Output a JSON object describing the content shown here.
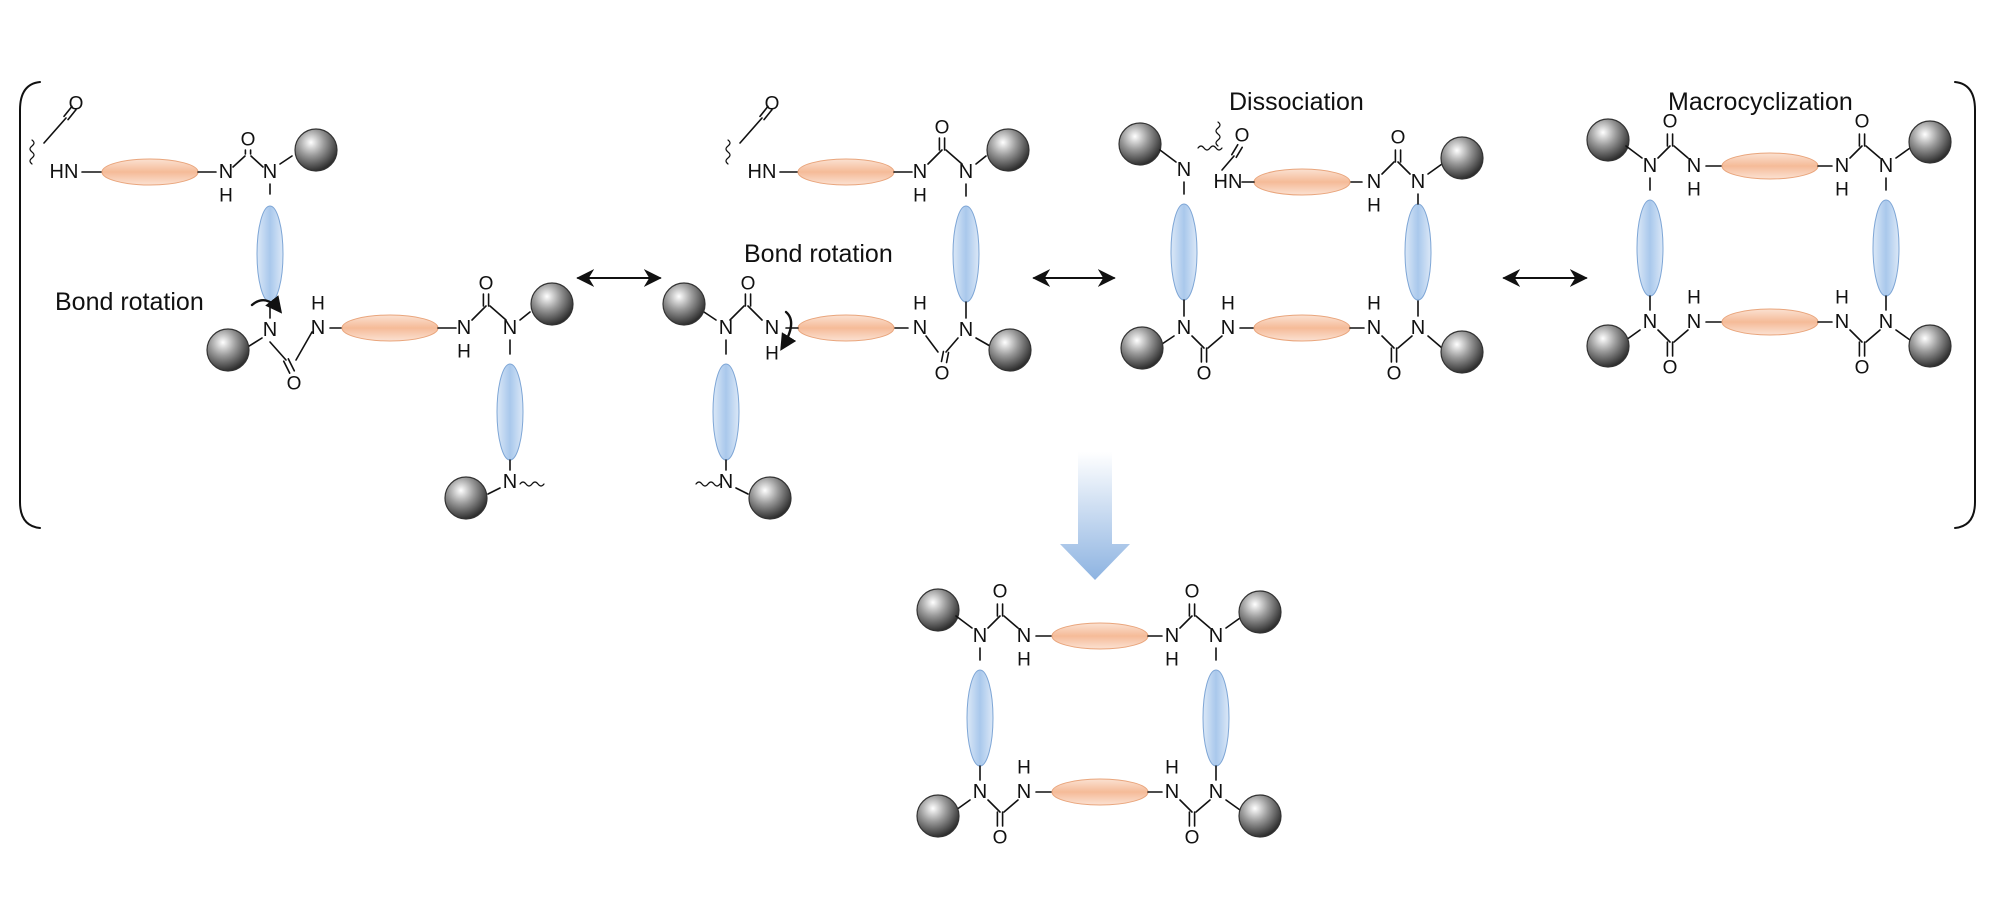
{
  "labels": {
    "bond_rotation_1": "Bond rotation",
    "bond_rotation_2": "Bond rotation",
    "dissociation": "Dissociation",
    "macrocyclization": "Macrocyclization"
  },
  "atoms": {
    "N": "N",
    "H": "H",
    "O": "O",
    "HN": "HN"
  },
  "colors": {
    "orange_fill": "#f6c3a4",
    "orange_edge": "#e9a57c",
    "blue_fill": "#b9d3ee",
    "blue_edge": "#7ea6d6",
    "sphere_dark": "#333333",
    "arrow_blue": "#8fb5e2",
    "line": "#111111"
  }
}
